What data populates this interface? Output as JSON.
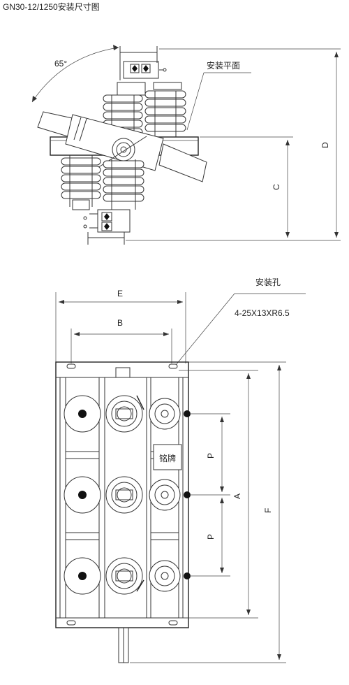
{
  "title": "GN30-12/1250安装尺寸图",
  "side_view": {
    "angle_label": "65°",
    "install_plane_label": "安装平面",
    "dim_c": "C",
    "dim_d": "D"
  },
  "top_view": {
    "dim_e": "E",
    "dim_b": "B",
    "hole_label": "安装孔",
    "hole_spec": "4-25X13XR6.5",
    "dim_p1": "P",
    "dim_p2": "P",
    "dim_a": "A",
    "dim_f": "F",
    "nameplate": "铭牌"
  }
}
